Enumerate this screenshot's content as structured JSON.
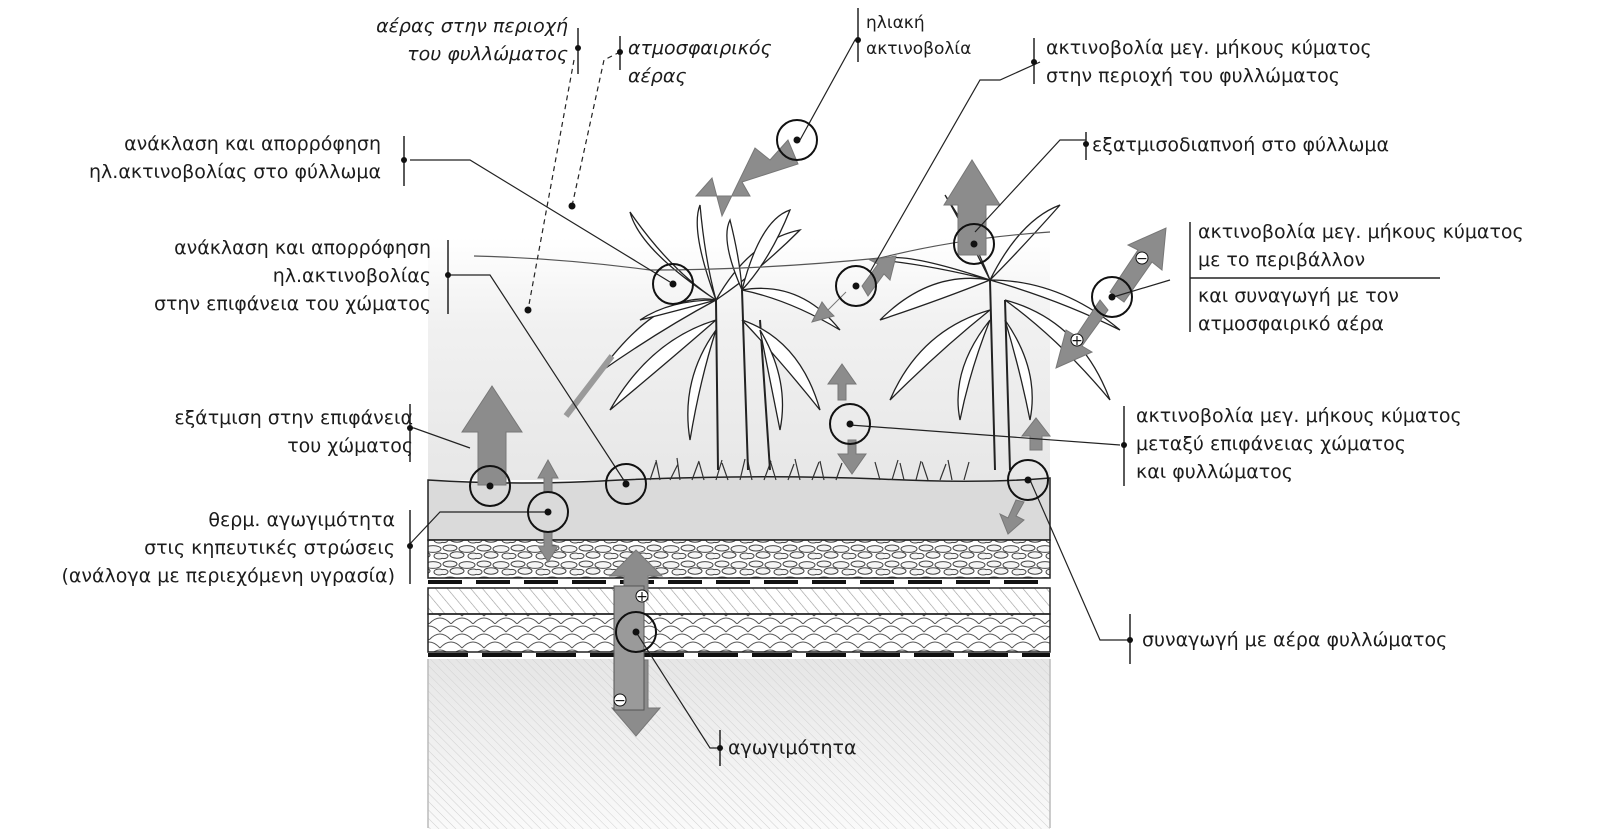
{
  "labels": {
    "air_foliage": [
      "αέρας στην περιοχή",
      "του φυλλώματος"
    ],
    "atmospheric_air": [
      "ατμοσφαιρικός",
      "αέρας"
    ],
    "solar_radiation": [
      "ηλιακή",
      "ακτινοβολία"
    ],
    "longwave_foliage": [
      "ακτινοβολία μεγ. μήκους κύματος",
      "στην περιοχή του φυλλώματος"
    ],
    "reflection_foliage": [
      "ανάκλαση και απορρόφηση",
      "ηλ.ακτινοβολίας στο φύλλωμα"
    ],
    "evapotranspiration": [
      "εξατμισοδιαπνοή στο φύλλωμα"
    ],
    "reflection_soil": [
      "ανάκλαση και απορρόφηση",
      "ηλ.ακτινοβολίας",
      "στην επιφάνεια του χώματος"
    ],
    "longwave_environment": [
      "ακτινοβολία μεγ. μήκους κύματος",
      "με το περιβάλλον"
    ],
    "convection_atmosphere": [
      "και συναγωγή με τον",
      "ατμοσφαιρικό αέρα"
    ],
    "evaporation_soil": [
      "εξάτμιση στην επιφάνεια",
      "του χώματος"
    ],
    "longwave_soil_foliage": [
      "ακτινοβολία μεγ. μήκους κύματος",
      "μεταξύ επιφάνειας χώματος",
      "και φυλλώματος"
    ],
    "thermal_conductivity": [
      "θερμ. αγωγιμότητα",
      "στις κηπευτικές στρώσεις",
      "(ανάλογα με περιεχόμενη υγρασία)"
    ],
    "convection_foliage_air": [
      "συναγωγή με αέρα φυλλώματος"
    ],
    "conductivity": [
      "αγωγιμότητα"
    ]
  },
  "signs": {
    "plus": "+",
    "minus": "−"
  },
  "colors": {
    "arrow": "#8c8c8c",
    "line": "#222222",
    "soil": "#dcdcdc",
    "gravel": "#eeeeee",
    "slab": "#ececec",
    "membrane": "#111111"
  }
}
